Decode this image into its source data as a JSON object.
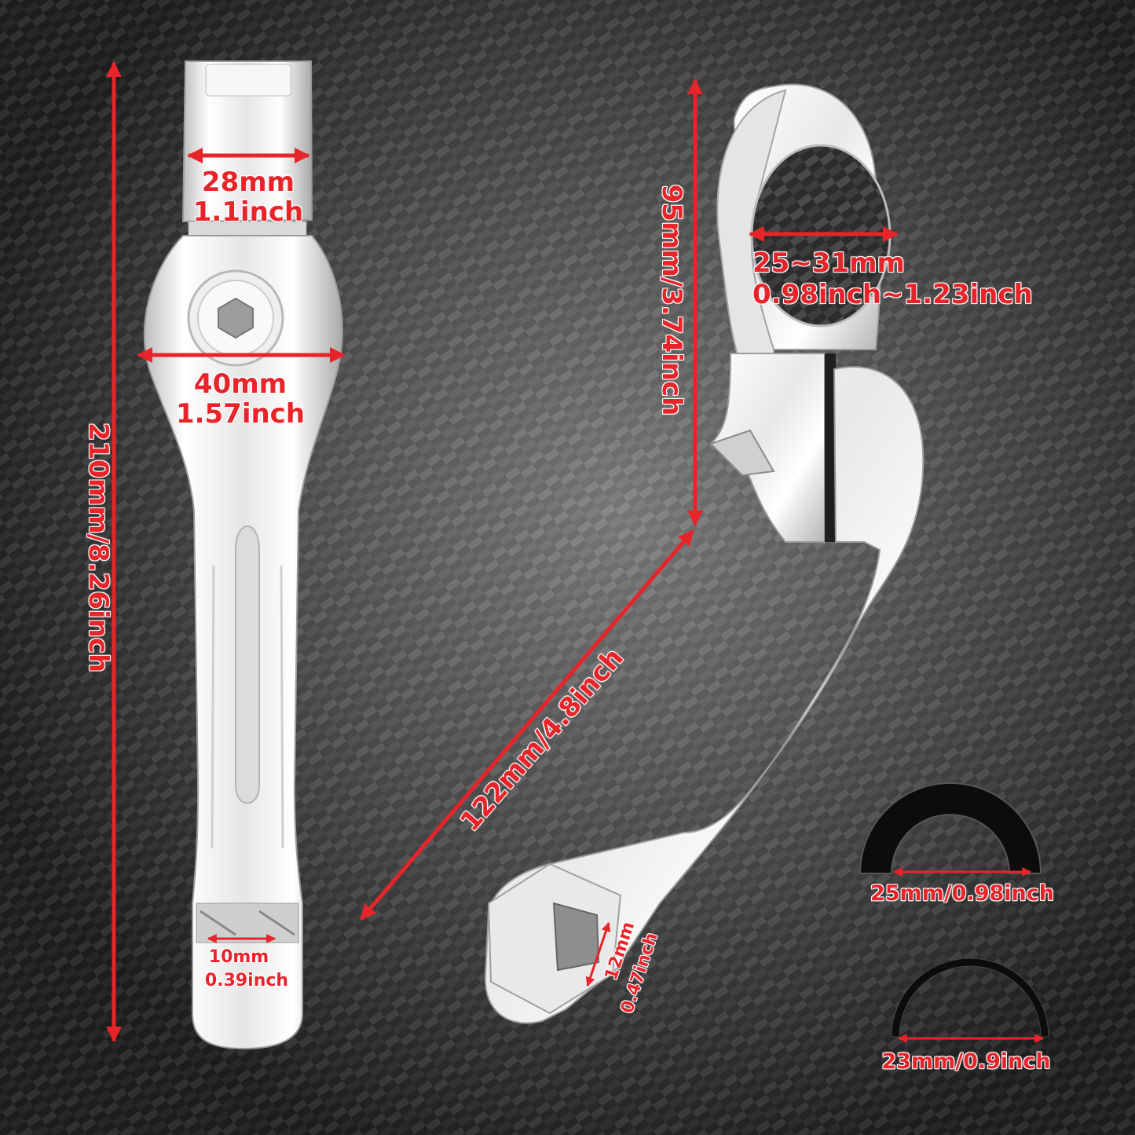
{
  "colors": {
    "accent_red": "#e8242b",
    "background_dark": "#2f2f2f",
    "chrome": "#f2f2f2"
  },
  "dimensions": {
    "total_length": "210mm/8.26inch",
    "mount_width_mm": "28mm",
    "mount_width_in": "1.1inch",
    "head_width_mm": "40mm",
    "head_width_in": "1.57inch",
    "tip_width_mm": "10mm",
    "tip_width_in": "0.39inch",
    "clamp_height": "95mm/3.74inch",
    "clamp_range_mm": "25~31mm",
    "clamp_range_in": "0.98inch~1.23inch",
    "arm_length": "122mm/4.8inch",
    "peg_tip_mm": "12mm",
    "peg_tip_in": "0.47inch",
    "spacer_large": "25mm/0.98inch",
    "spacer_small": "23mm/0.9inch"
  },
  "icons": [
    "dimension-arrow-icon",
    "hex-bolt-icon"
  ]
}
